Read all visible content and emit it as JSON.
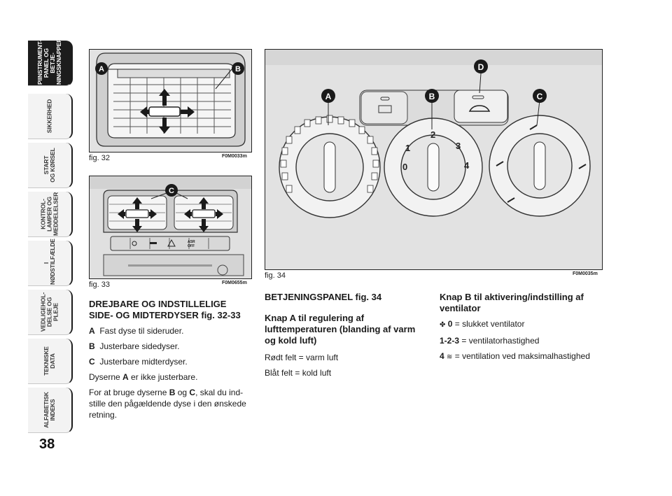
{
  "tabs": [
    {
      "label": "PIINSTRUMENT-\nPANEL OG BETJE-\nNINGSKNAPPER",
      "active": true
    },
    {
      "label": "SIKKERHED",
      "active": false
    },
    {
      "label": "START\nOG KØRSEL",
      "active": false
    },
    {
      "label": "KONTROL-\nLAMPER OG\nMEDDELELSER",
      "active": false
    },
    {
      "label": "I\nNØDSTILFÆLDE",
      "active": false
    },
    {
      "label": "VEDLIGEHOL-\nDELSE OG\nPLEJE",
      "active": false
    },
    {
      "label": "TEKNISKE\nDATA",
      "active": false
    },
    {
      "label": "ALFABETISK\nINDEKS",
      "active": false
    }
  ],
  "page_number": "38",
  "figures": {
    "fig32": {
      "caption": "fig. 32",
      "code": "F0M0033m",
      "markers": [
        "A",
        "B"
      ]
    },
    "fig33": {
      "caption": "fig. 33",
      "code": "F0M0655m",
      "markers": [
        "C"
      ],
      "button_label_asr": "ASR\nOFF"
    },
    "fig34": {
      "caption": "fig. 34",
      "code": "F0M0035m",
      "markers": [
        "A",
        "B",
        "C",
        "D"
      ],
      "fan_labels": [
        "0",
        "1",
        "2",
        "3",
        "4"
      ]
    }
  },
  "left_section": {
    "heading": "DREJBARE OG INDSTILLELIGE SIDE- OG MIDTERDYSER",
    "heading_ref": " fig. 32-33",
    "items": [
      {
        "key": "A",
        "text": "Fast dyse til sideruder."
      },
      {
        "key": "B",
        "text": "Justerbare sidedyser."
      },
      {
        "key": "C",
        "text": "Justerbare midterdyser."
      }
    ],
    "note_pre": "Dyserne ",
    "note_key": "A",
    "note_post": " er ikke justerbare.",
    "para_pre": "For at bruge dyserne ",
    "para_b": "B",
    "para_mid": " og ",
    "para_c": "C",
    "para_post": ", skal du ind-stille den pågældende dyse i den ønskede retning."
  },
  "middle_section": {
    "heading": "BETJENINGSPANEL",
    "heading_ref": " fig. 34",
    "subheading": "Knap A til regulering af lufttemperaturen (blanding af varm og kold luft)",
    "line1": "Rødt felt = varm luft",
    "line2": "Blåt felt = kold luft"
  },
  "right_section": {
    "heading": "Knap B til aktivering/indstilling af ventilator",
    "items": [
      {
        "key": "0",
        "text": " = slukket ventilator",
        "icon": "fan-icon"
      },
      {
        "key": "1-2-3",
        "text": " = ventilatorhastighed"
      },
      {
        "key": "4",
        "text": " = ventilation ved maksimalhastighed",
        "icon": "max-fan-icon"
      }
    ]
  }
}
